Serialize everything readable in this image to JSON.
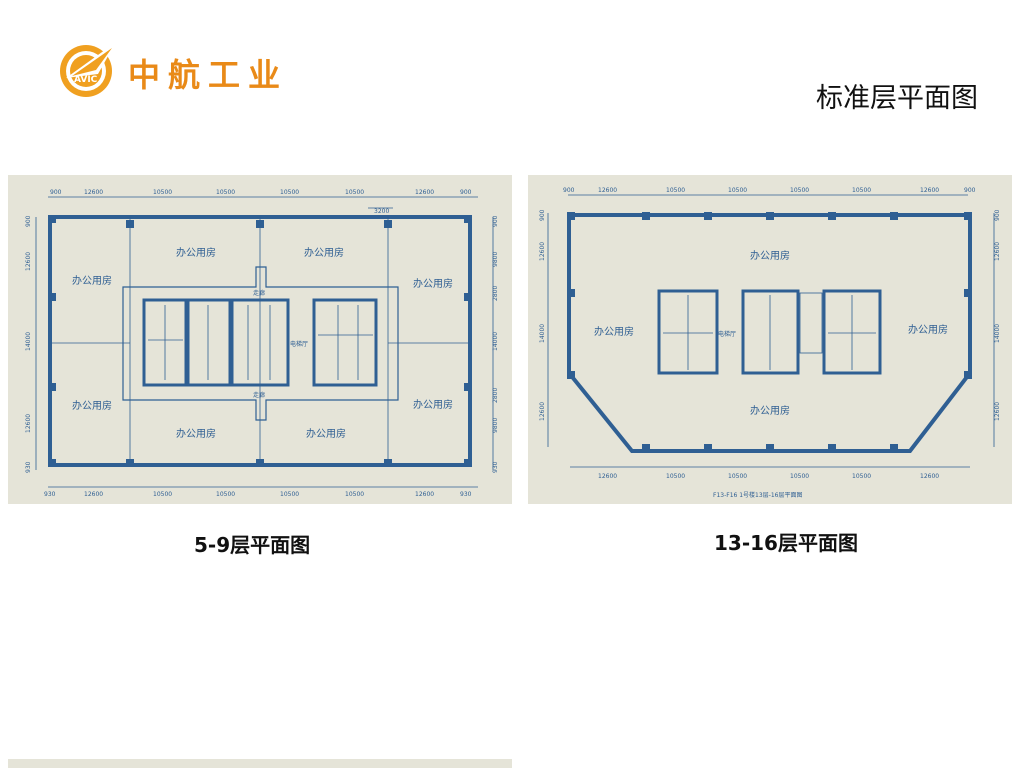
{
  "header": {
    "logo_text": "中航工业",
    "logo_badge": "AVIC",
    "page_title": "标准层平面图"
  },
  "plan_left": {
    "caption": "5-9层平面图",
    "top_dims": [
      "900",
      "12600",
      "10500",
      "10500",
      "10500",
      "10500",
      "12600",
      "900"
    ],
    "sub_dim": "3200",
    "bottom_dims": [
      "930",
      "12600",
      "10500",
      "10500",
      "10500",
      "10500",
      "12600",
      "930"
    ],
    "left_dims": [
      "900",
      "12600",
      "14000",
      "12600",
      "930"
    ],
    "right_dims": [
      "900",
      "9800",
      "2800",
      "14000",
      "2800",
      "9800",
      "930"
    ],
    "rooms": [
      "办公用房",
      "办公用房",
      "办公用房",
      "办公用房",
      "办公用房",
      "办公用房",
      "办公用房",
      "办公用房"
    ],
    "corridor_label": "走廊",
    "lobby_label": "电梯厅"
  },
  "plan_right": {
    "caption": "13-16层平面图",
    "top_dims": [
      "900",
      "12600",
      "10500",
      "10500",
      "10500",
      "10500",
      "12600",
      "900"
    ],
    "bottom_dims": [
      "12600",
      "10500",
      "10500",
      "10500",
      "10500",
      "12600"
    ],
    "left_dims": [
      "900",
      "12600",
      "14000",
      "12600"
    ],
    "right_dims": [
      "900",
      "12600",
      "14000",
      "12600"
    ],
    "rooms": [
      "办公用房",
      "办公用房",
      "办公用房",
      "办公用房"
    ],
    "lobby_label": "电梯厅",
    "footnote": "F13-F16   1号楼13层-16层平面图"
  }
}
